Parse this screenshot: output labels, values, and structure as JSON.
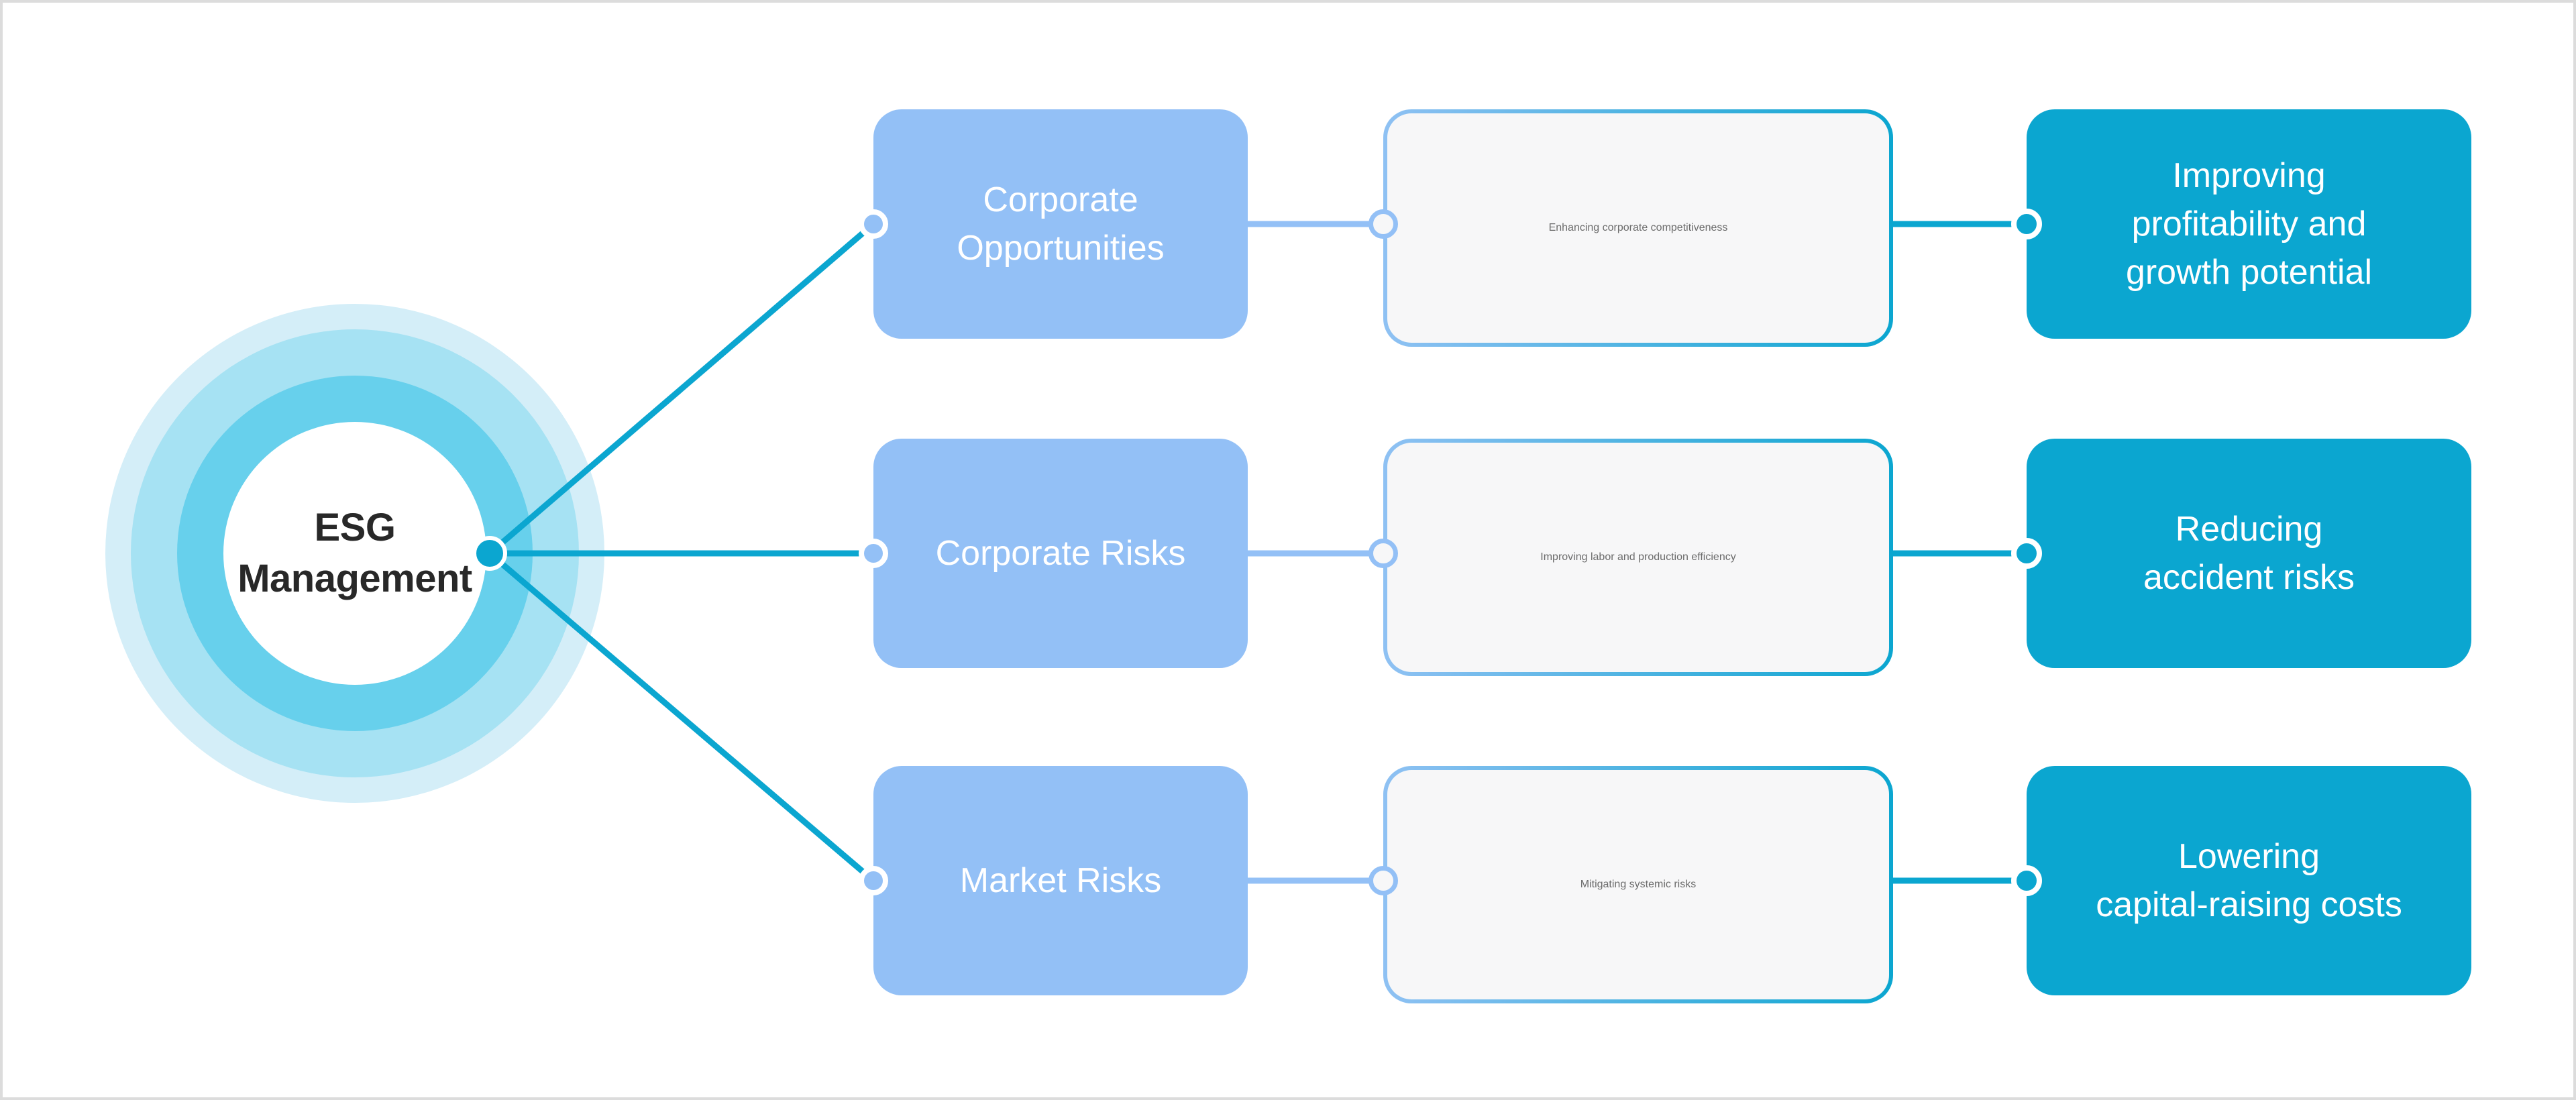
{
  "diagram": {
    "center": {
      "title": "ESG\nManagement"
    },
    "rows": [
      {
        "source": "Corporate\nOpportunities",
        "process": "Enhancing\ncorporate\ncompetitiveness",
        "outcome": "Improving\nprofitability and\ngrowth potential"
      },
      {
        "source": "Corporate Risks",
        "process": "Improving labor\nand production efficiency",
        "outcome": "Reducing\naccident risks"
      },
      {
        "source": "Market Risks",
        "process": "Mitigating\nsystemic risks",
        "outcome": "Lowering\ncapital-raising costs"
      }
    ],
    "colors": {
      "teal_accent": "#0ba6d0",
      "light_blue_accent": "#93c0f6",
      "process_box_fill": "#f7f7f8",
      "process_text": "#6b6b6b",
      "hub_text": "#282828",
      "ring_outer": "#d4eef8",
      "ring_middle": "#a6e2f3",
      "ring_inner": "#67d0ec",
      "page_border": "#dcdcdc"
    }
  }
}
